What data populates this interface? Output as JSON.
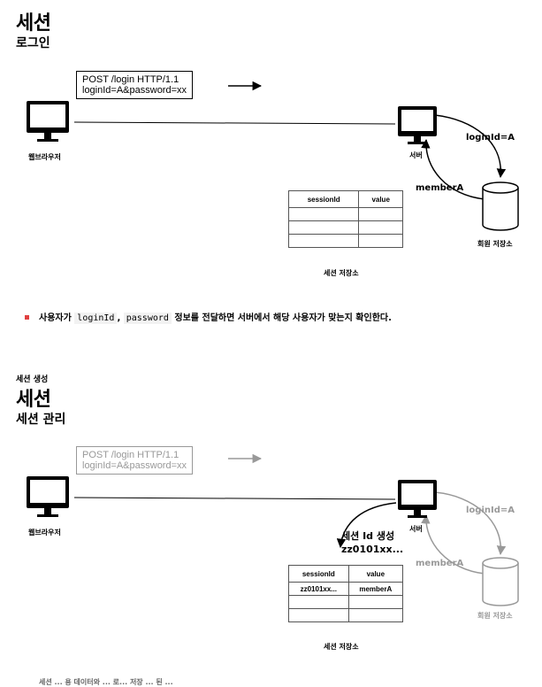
{
  "section1": {
    "title": "세션",
    "subtitle": "로그인",
    "request_line1": "POST /login HTTP/1.1",
    "request_line2": "loginId=A&password=xx",
    "browser_label": "웹브라우저",
    "server_label": "서버",
    "login_arrow_label": "loginId=A",
    "member_arrow_label": "memberA",
    "member_store_label": "회원 저장소",
    "session_store_label": "세션 저장소",
    "table": {
      "headers": [
        "sessionId",
        "value"
      ],
      "rows": [
        [
          "",
          ""
        ],
        [
          "",
          ""
        ],
        [
          "",
          ""
        ]
      ]
    },
    "bullet_prefix": "사용자가",
    "bullet_code1": "loginId",
    "bullet_comma": ",",
    "bullet_code2": "password",
    "bullet_suffix": "정보를 전달하면 서버에서 해당 사용자가 맞는지 확인한다."
  },
  "section2": {
    "heading_small": "세션 생성",
    "title": "세션",
    "subtitle": "세션 관리",
    "request_line1": "POST /login HTTP/1.1",
    "request_line2": "loginId=A&password=xx",
    "browser_label": "웹브라우저",
    "server_label": "서버",
    "login_arrow_label": "loginId=A",
    "member_arrow_label": "memberA",
    "member_store_label": "회원 저장소",
    "session_store_label": "세션 저장소",
    "session_create_line1": "세션 Id 생성",
    "session_create_line2": "zz0101xx...",
    "table": {
      "headers": [
        "sessionId",
        "value"
      ],
      "rows": [
        [
          "zz0101xx...",
          "memberA"
        ],
        [
          "",
          ""
        ],
        [
          "",
          ""
        ]
      ]
    },
    "bottom_fragment": "세션 ... 용 데이터와 ... 로... 저장 ... 된 ..."
  },
  "colors": {
    "primary": "#000000",
    "faded": "#999999",
    "bullet": "#e04040"
  }
}
